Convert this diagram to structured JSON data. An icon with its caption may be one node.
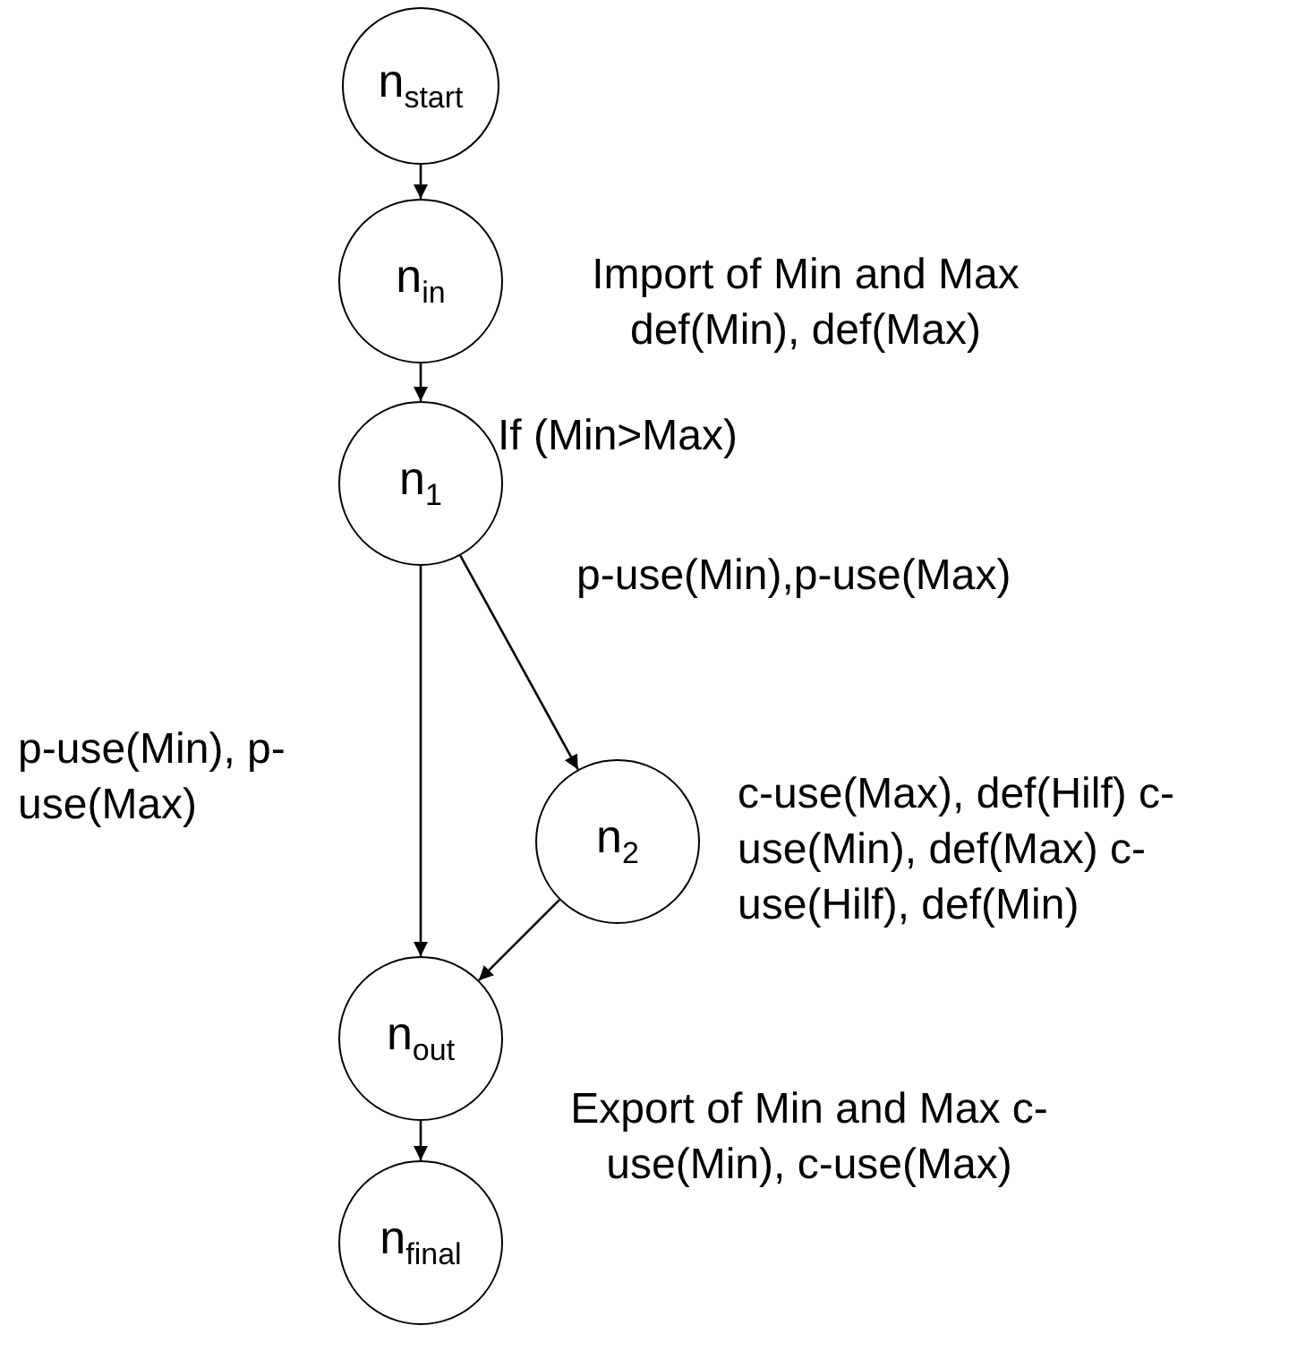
{
  "diagram": {
    "nodes": [
      {
        "text": [
          "n$_{start}$"
        ]
      },
      {
        "text": [
          "n$_{in}$"
        ],
        "beside": [
          "Import of Min and Max def(Min), def(Max)"
        ]
      },
      {
        "text": [
          "n$_{1}$"
        ],
        "beside": [
          "If (Min>Max)"
        ]
      },
      {
        "text": [
          "n$_{2}$"
        ],
        "beside": [
          "c-use(Max), def(Hilf) c-use(Min), def(Max) c-use(Hilf), def(Min)"
        ]
      },
      {
        "text": [
          "n$_{out}$"
        ],
        "beside": [
          "Export of Min and Max c-use(Min), c-use(Max)"
        ]
      },
      {
        "text": [
          "n$_{final}$"
        ]
      }
    ],
    "edges": [
      {
        "from": 0,
        "to": 1,
        "arrow": "to"
      },
      {
        "from": 1,
        "to": 2,
        "arrow": "to"
      },
      {
        "from": 2,
        "to": 3,
        "arrow": "to",
        "label": "p-use(Min),p-use(Max)"
      },
      {
        "from": 2,
        "to": 4,
        "arrow": "to",
        "label": "p-use(Min), p-use(Max)"
      },
      {
        "from": 3,
        "to": 4,
        "arrow": "to"
      },
      {
        "from": 4,
        "to": 5,
        "arrow": "to"
      }
    ]
  }
}
